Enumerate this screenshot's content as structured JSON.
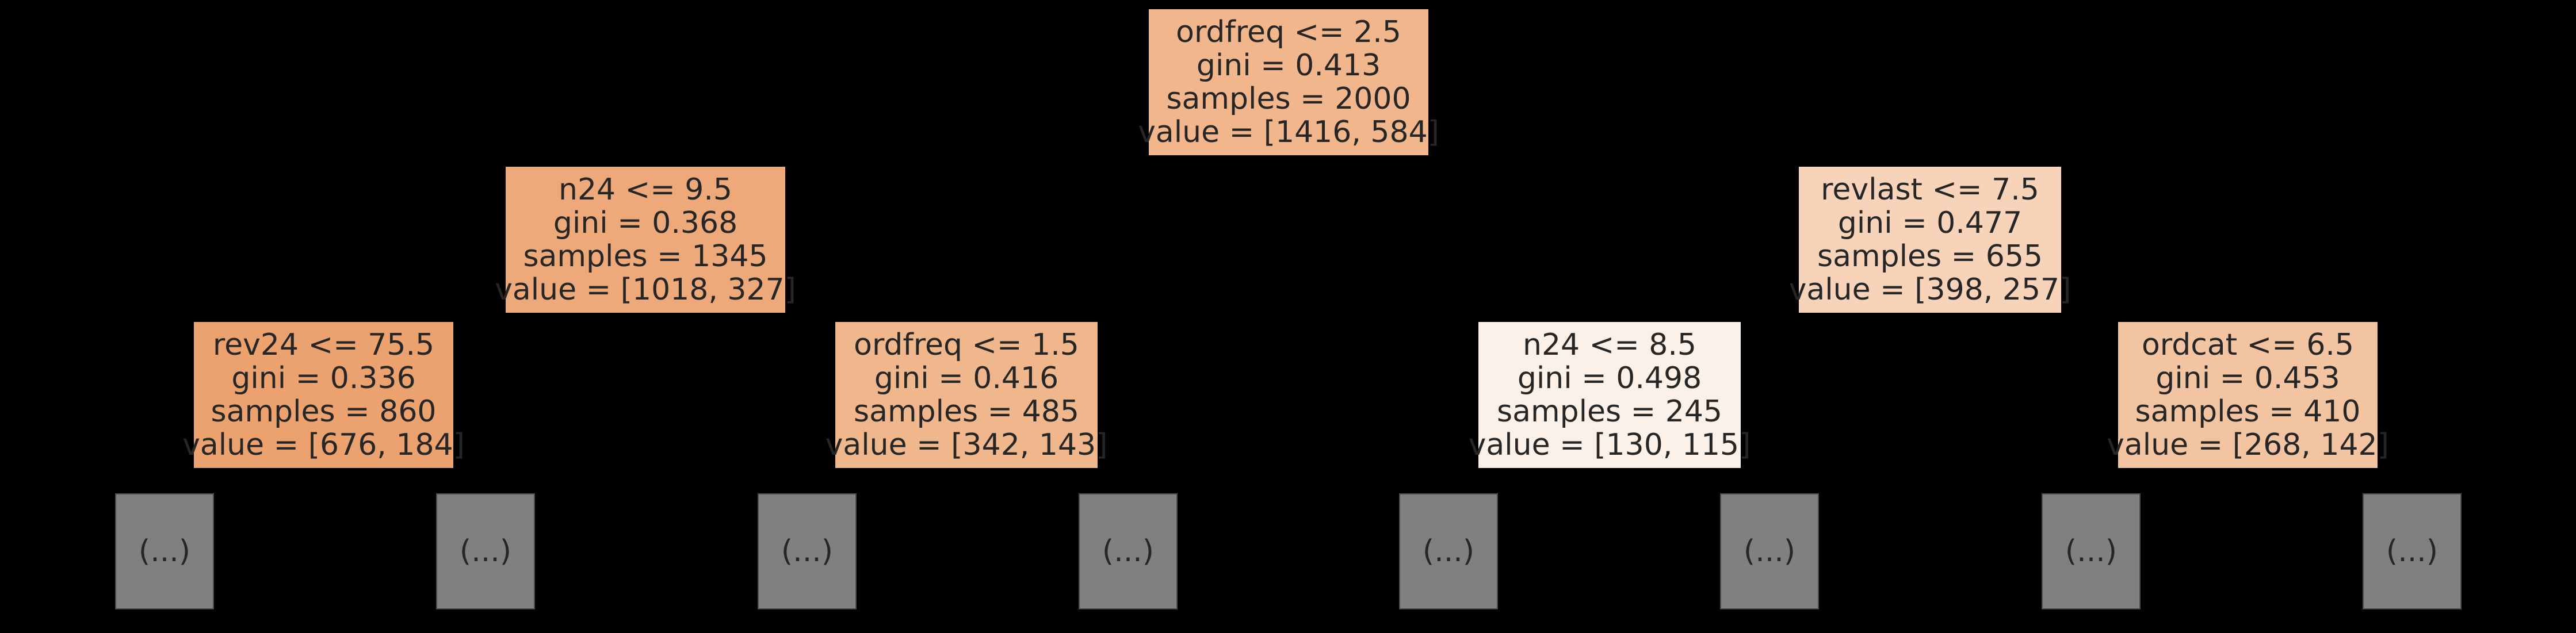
{
  "tree": {
    "nodes": [
      {
        "id": "root",
        "lines": [
          "ordfreq <= 2.5",
          "gini = 0.413",
          "samples = 2000",
          "value = [1416, 584]"
        ],
        "fill": "#f2b68c"
      },
      {
        "id": "l",
        "lines": [
          "n24 <= 9.5",
          "gini = 0.368",
          "samples = 1345",
          "value = [1018, 327]"
        ],
        "fill": "#eda979"
      },
      {
        "id": "r",
        "lines": [
          "revlast <= 7.5",
          "gini = 0.477",
          "samples = 655",
          "value = [398, 257]"
        ],
        "fill": "#f6d3b9"
      },
      {
        "id": "ll",
        "lines": [
          "rev24 <= 75.5",
          "gini = 0.336",
          "samples = 860",
          "value = [676, 184]"
        ],
        "fill": "#eca26f"
      },
      {
        "id": "lr",
        "lines": [
          "ordfreq <= 1.5",
          "gini = 0.416",
          "samples = 485",
          "value = [342, 143]"
        ],
        "fill": "#f0b68c"
      },
      {
        "id": "rl",
        "lines": [
          "n24 <= 8.5",
          "gini = 0.498",
          "samples = 245",
          "value = [130, 115]"
        ],
        "fill": "#fcf1e8"
      },
      {
        "id": "rr",
        "lines": [
          "ordcat <= 6.5",
          "gini = 0.453",
          "samples = 410",
          "value = [268, 142]"
        ],
        "fill": "#f3c4a2"
      }
    ],
    "leaves": [
      {
        "parent": "ll",
        "label": "(...)"
      },
      {
        "parent": "ll",
        "label": "(...)"
      },
      {
        "parent": "lr",
        "label": "(...)"
      },
      {
        "parent": "lr",
        "label": "(...)"
      },
      {
        "parent": "rl",
        "label": "(...)"
      },
      {
        "parent": "rl",
        "label": "(...)"
      },
      {
        "parent": "rr",
        "label": "(...)"
      },
      {
        "parent": "rr",
        "label": "(...)"
      }
    ],
    "edges": [
      [
        "root",
        "l"
      ],
      [
        "root",
        "r"
      ],
      [
        "l",
        "ll"
      ],
      [
        "l",
        "lr"
      ],
      [
        "r",
        "rl"
      ],
      [
        "r",
        "rr"
      ]
    ],
    "colors": {
      "background": "#000000",
      "edge": "#000000",
      "leaf_fill": "#808080",
      "text": "#262626"
    }
  }
}
